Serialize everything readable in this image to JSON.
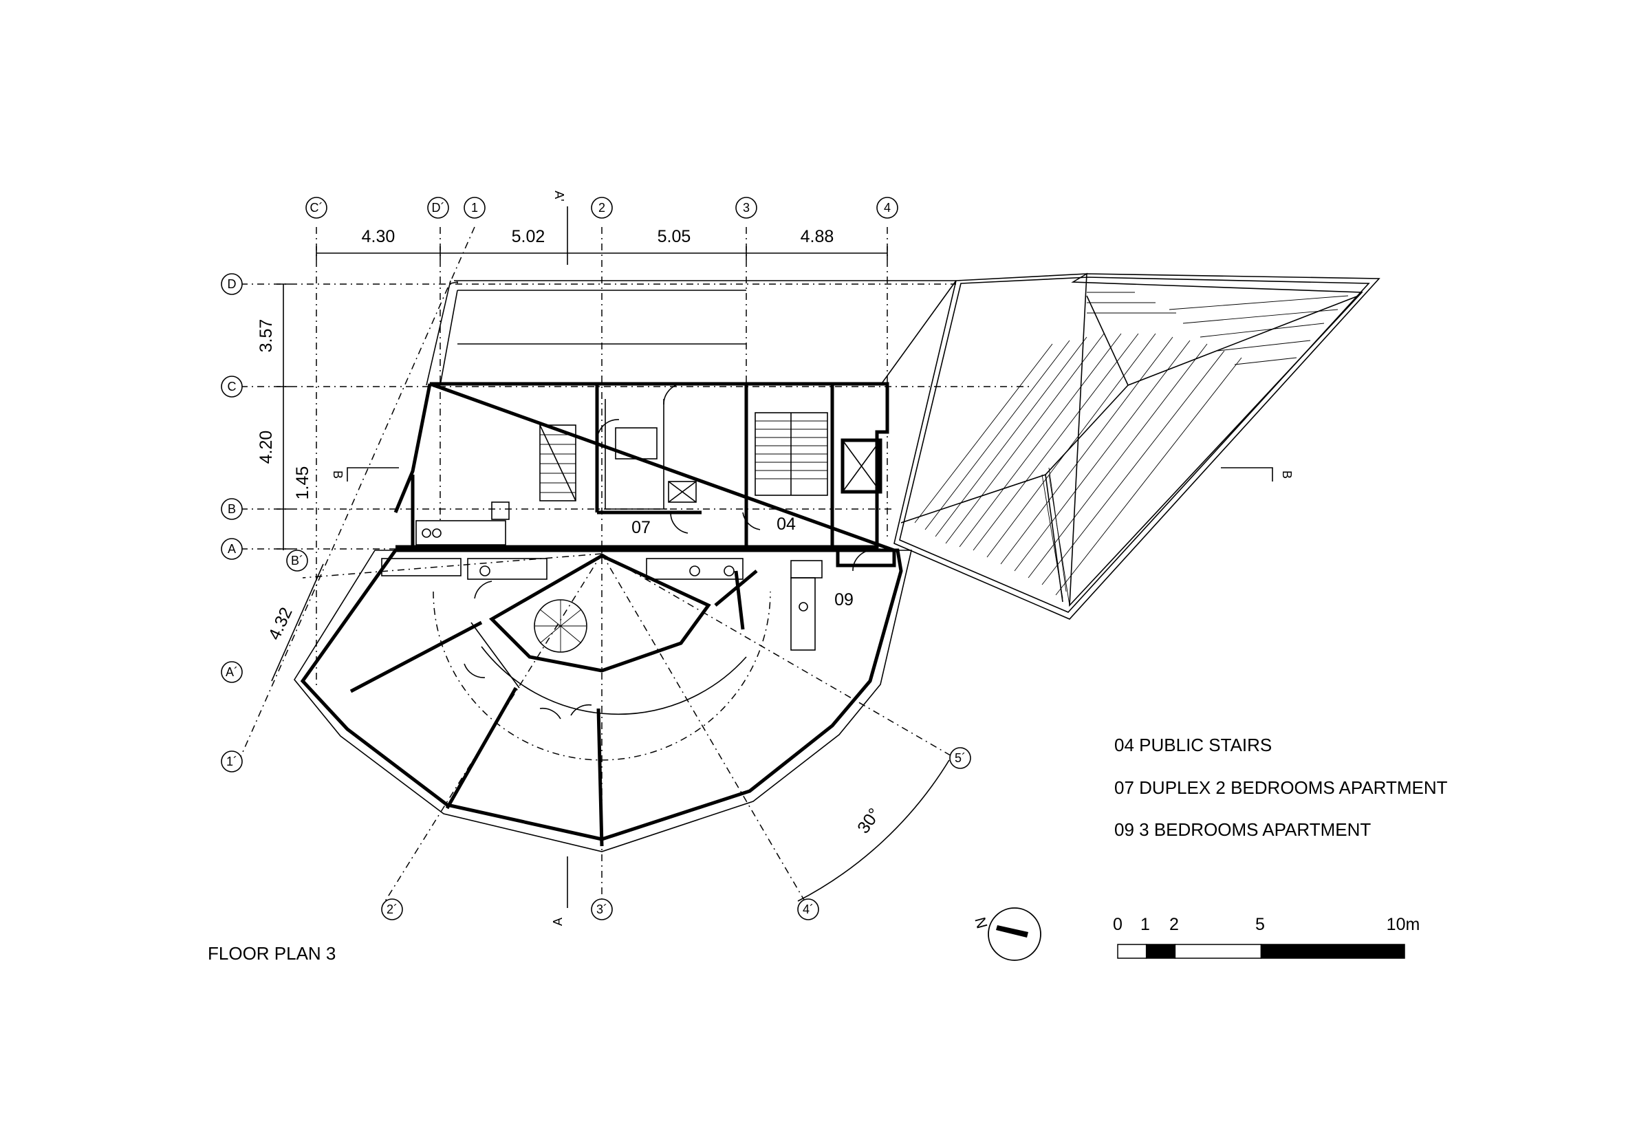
{
  "title": "FLOOR PLAN 3",
  "grid_axes": {
    "top": [
      "C´",
      "D´",
      "1",
      "A'",
      "2",
      "3",
      "4"
    ],
    "left": [
      "D",
      "C",
      "B",
      "A",
      "B´",
      "A´",
      "1´"
    ],
    "bottom": [
      "2´",
      "A",
      "3´",
      "4´",
      "5´"
    ],
    "right_section": "B",
    "left_section": "B"
  },
  "dimensions": {
    "top": [
      "4.30",
      "5.02",
      "5.05",
      "4.88"
    ],
    "left": [
      "3.57",
      "4.20",
      "1.45"
    ],
    "diagonal": "4.32",
    "angle": "30°"
  },
  "rooms": [
    "07",
    "04",
    "09"
  ],
  "legend": [
    "04 PUBLIC STAIRS",
    "07 DUPLEX 2 BEDROOMS APARTMENT",
    "09 3 BEDROOMS APARTMENT"
  ],
  "north": "N",
  "scale": {
    "labels": [
      "0",
      "1",
      "2",
      "5",
      "10m"
    ],
    "segments": [
      1,
      1,
      3,
      5
    ]
  }
}
